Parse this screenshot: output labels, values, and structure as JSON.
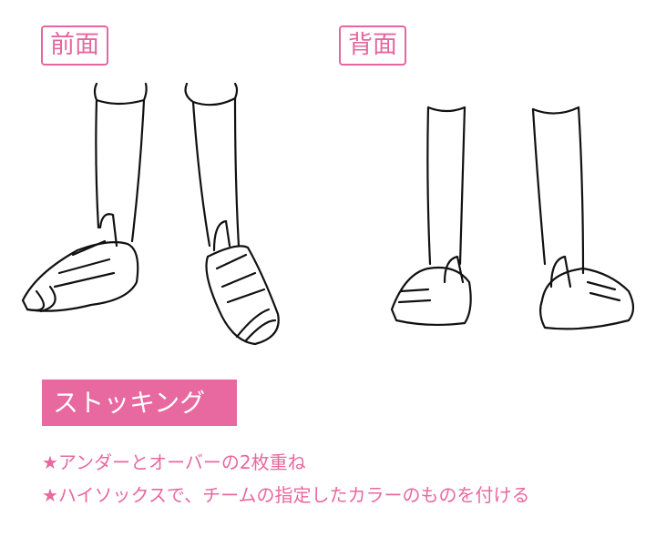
{
  "labels": {
    "front": "前面",
    "back": "背面"
  },
  "section": {
    "title": "ストッキング"
  },
  "notes": [
    "★アンダーとオーバーの2枚重ね",
    "★ハイソックスで、チームの指定したカラーのものを付ける"
  ],
  "colors": {
    "accent": "#e868a0"
  }
}
